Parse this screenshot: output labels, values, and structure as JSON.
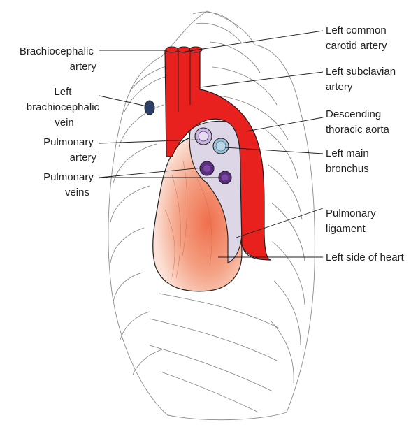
{
  "labels": {
    "brachiocephalic_artery": [
      "Brachiocephalic",
      "artery"
    ],
    "left_brachiocephalic_vein": [
      "Left",
      "brachiocephalic",
      "vein"
    ],
    "pulmonary_artery": [
      "Pulmonary",
      "artery"
    ],
    "pulmonary_veins": [
      "Pulmonary",
      "veins"
    ],
    "left_common_carotid_artery": [
      "Left common",
      "carotid artery"
    ],
    "left_subclavian_artery": [
      "Left subclavian",
      "artery"
    ],
    "descending_thoracic_aorta": [
      "Descending",
      "thoracic aorta"
    ],
    "left_main_bronchus": [
      "Left main",
      "bronchus"
    ],
    "pulmonary_ligament": [
      "Pulmonary",
      "ligament"
    ],
    "left_side_of_heart": [
      "Left side of heart"
    ]
  },
  "colors": {
    "aorta": "#e8211f",
    "heart_light": "#fbe1d6",
    "heart_dark": "#ef6f4c",
    "hilum": "#dcd6e6",
    "pulmonary_artery_fill": "#c9b8dd",
    "bronchus_fill": "#9dc2d6",
    "vein_fill": "#5b2d83",
    "brachiocephalic_vein_fill": "#2b3f6b",
    "outline": "#231f20"
  }
}
